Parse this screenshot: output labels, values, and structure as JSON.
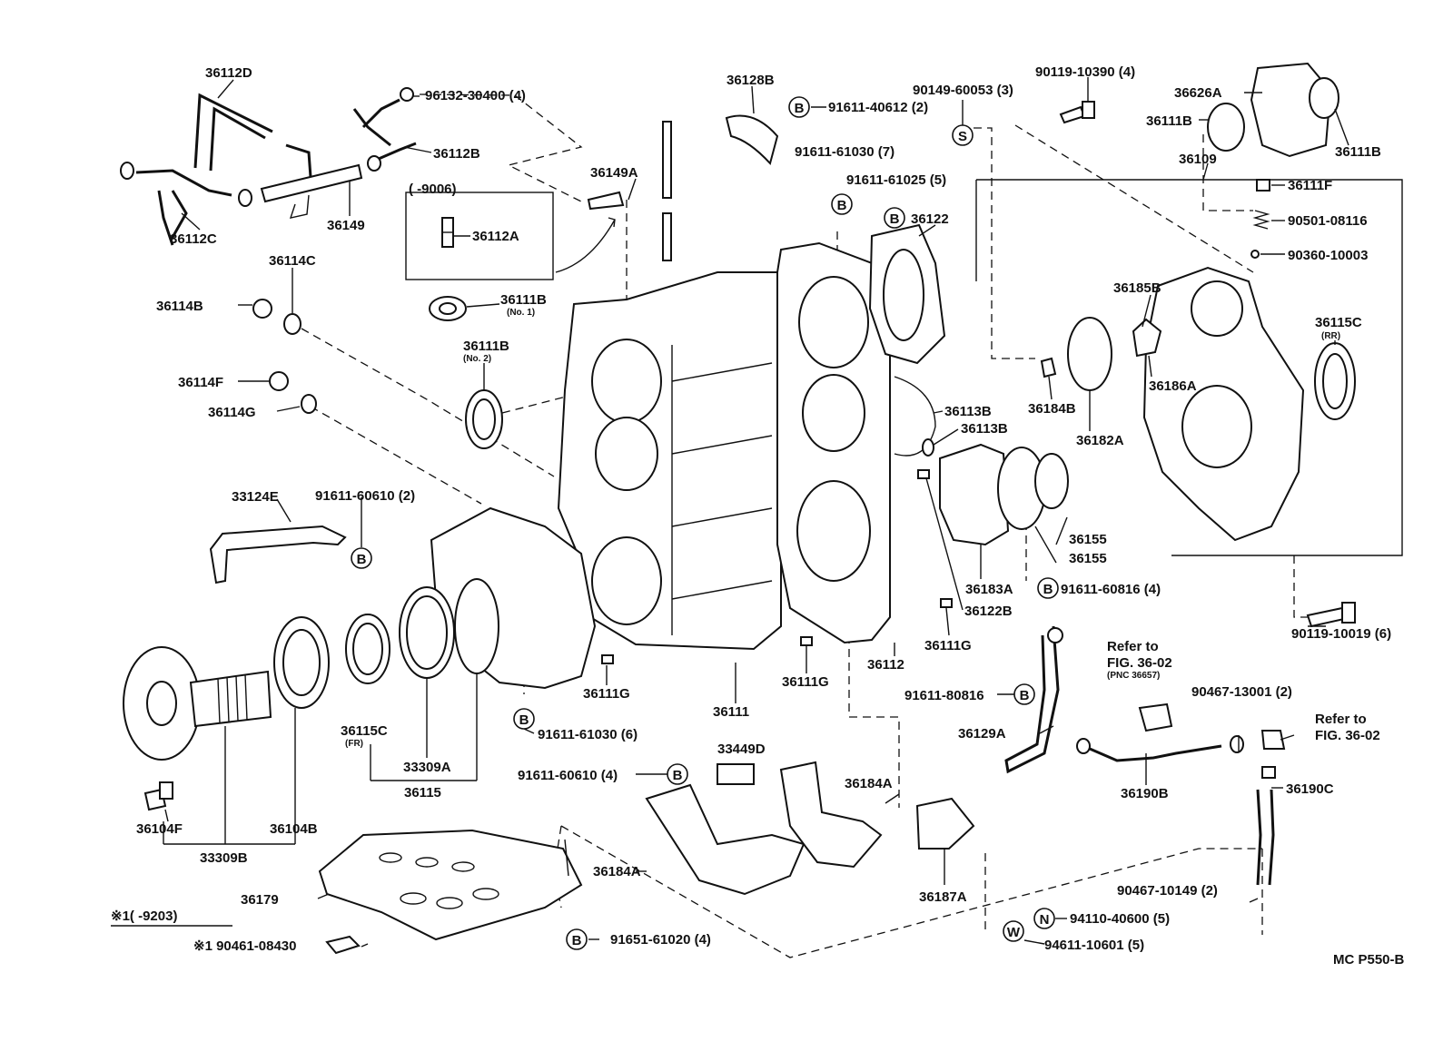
{
  "diagram": {
    "code": "MC P550-B",
    "labels": {
      "p36112D": "36112D",
      "p96132": "96132-30400 (4)",
      "p36112B": "36112B",
      "p36112C": "36112C",
      "p36149": "36149",
      "p36149A": "36149A",
      "inset_range": "(        -9006)",
      "p36112A": "36112A",
      "p36128B": "36128B",
      "p91611_40612": "91611-40612 (2)",
      "p90149": "90149-60053 (3)",
      "p90119_10390": "90119-10390 (4)",
      "p36626A": "36626A",
      "p36111B_top": "36111B",
      "p36111B_right": "36111B",
      "p36109": "36109",
      "p36111F": "36111F",
      "p90501": "90501-08116",
      "p90360": "90360-10003",
      "p91611_61030_7": "91611-61030 (7)",
      "p91611_61025": "91611-61025 (5)",
      "p36122": "36122",
      "p36114C": "36114C",
      "p36114B": "36114B",
      "p36111B_no1": "36111B",
      "no1": "(No. 1)",
      "p36111B_no2": "36111B",
      "no2": "(No. 2)",
      "p36114F": "36114F",
      "p36114G": "36114G",
      "p36185B": "36185B",
      "p36186A": "36186A",
      "p36184B": "36184B",
      "p36182A": "36182A",
      "p36115C_rr": "36115C",
      "rr": "(RR)",
      "p36113B_a": "36113B",
      "p36113B_b": "36113B",
      "p33124E": "33124E",
      "p91611_60610_2": "91611-60610 (2)",
      "p36155_a": "36155",
      "p36155_b": "36155",
      "p36183A": "36183A",
      "p91611_60816_4": "91611-60816 (4)",
      "p36122B": "36122B",
      "p90119_10019": "90119-10019 (6)",
      "p36111G_a": "36111G",
      "p36111G_b": "36111G",
      "p36111G_c": "36111G",
      "p36112": "36112",
      "p36111": "36111",
      "p91611_80816": "91611-80816",
      "refer1": "Refer to",
      "fig1": "FIG. 36-02",
      "pnc": "(PNC 36657)",
      "p90467_13001": "90467-13001 (2)",
      "refer2": "Refer to",
      "fig2": "FIG. 36-02",
      "p36129A": "36129A",
      "p36190B": "36190B",
      "p36190C": "36190C",
      "p91611_61030_6": "91611-61030 (6)",
      "p36115C_fr": "36115C",
      "fr": "(FR)",
      "p33309A": "33309A",
      "p36115": "36115",
      "p33449D": "33449D",
      "p91611_60610_4": "91611-60610 (4)",
      "p36184A_a": "36184A",
      "p36184A_b": "36184A",
      "p36187A": "36187A",
      "p36104F": "36104F",
      "p36104B": "36104B",
      "p33309B": "33309B",
      "p36179": "36179",
      "note_range": "※1(        -9203)",
      "p90461": "※1 90461-08430",
      "p91651": "91651-61020 (4)",
      "p90467_10149": "90467-10149 (2)",
      "p94110": "94110-40600 (5)",
      "p94611": "94611-10601 (5)"
    },
    "markers": {
      "bolt": "B",
      "screw": "S",
      "nut": "N",
      "washer": "W"
    }
  }
}
